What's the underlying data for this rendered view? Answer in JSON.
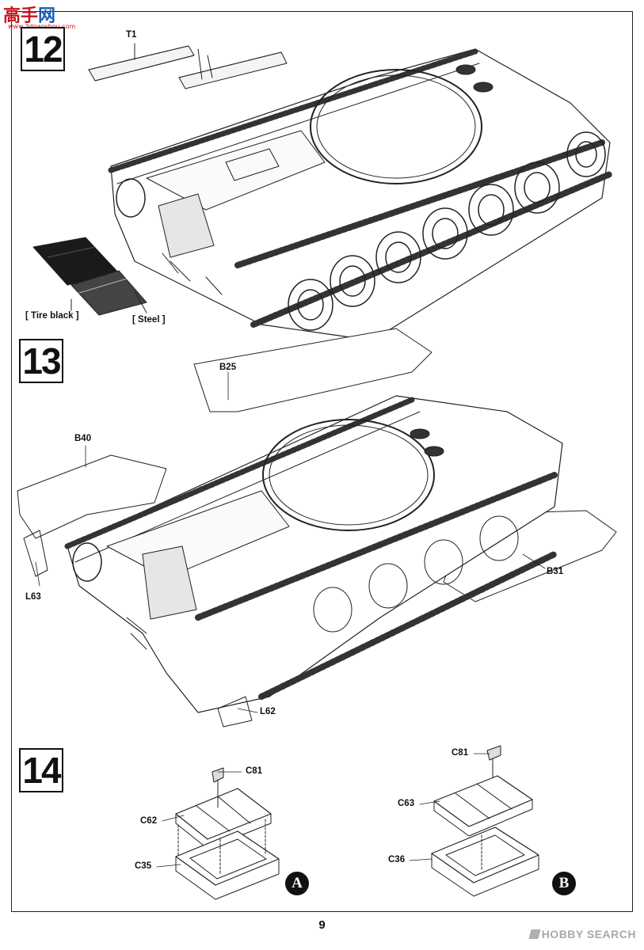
{
  "watermark_site": {
    "char1": "高",
    "char2": "手",
    "char3": "网",
    "url": "www.3dgaoshou.com"
  },
  "steps": [
    {
      "number": "12"
    },
    {
      "number": "13"
    },
    {
      "number": "14"
    }
  ],
  "labels": {
    "t1": "T1",
    "tire_black": "[ Tire black ]",
    "steel": "[ Steel ]",
    "b25": "B25",
    "b40": "B40",
    "b31": "B31",
    "l63": "L63",
    "l62": "L62",
    "c81a": "C81",
    "c62": "C62",
    "c35": "C35",
    "c81b": "C81",
    "c63": "C63",
    "c36": "C36"
  },
  "variants": {
    "a": "A",
    "b": "B"
  },
  "page_number": "9",
  "watermark": "HOBBY SEARCH"
}
